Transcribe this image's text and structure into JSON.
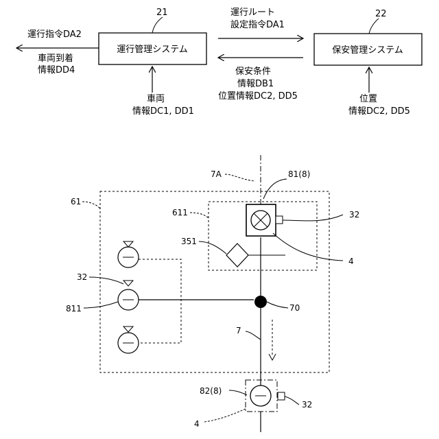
{
  "top_diagram": {
    "system_a": {
      "label": "運行管理システム",
      "ref": "21"
    },
    "system_b": {
      "label": "保安管理システム",
      "ref": "22"
    },
    "command_out": "運行指令DA2",
    "arrival_info": [
      "車両到着",
      "情報DD4"
    ],
    "route_command": [
      "運行ルート",
      "設定指令DA1"
    ],
    "safety_conditions": [
      "保安条件",
      "情報DB1",
      "位置情報DC2, DD5"
    ],
    "vehicle_info": [
      "車両",
      "情報DC1, DD1"
    ],
    "position_info": [
      "位置",
      "情報DC2, DD5"
    ]
  },
  "bottom_diagram": {
    "labels": {
      "line_7a": "7A",
      "switch_ref": "81(8)",
      "area_61": "61",
      "area_611": "611",
      "sensor_top": "32",
      "diamond": "351",
      "track_4_top": "4",
      "sensor_left": "32",
      "node_811": "811",
      "junction": "70",
      "track_7": "7",
      "lower_ref": "82(8)",
      "sensor_bottom": "32",
      "track_4_bottom": "4"
    }
  }
}
